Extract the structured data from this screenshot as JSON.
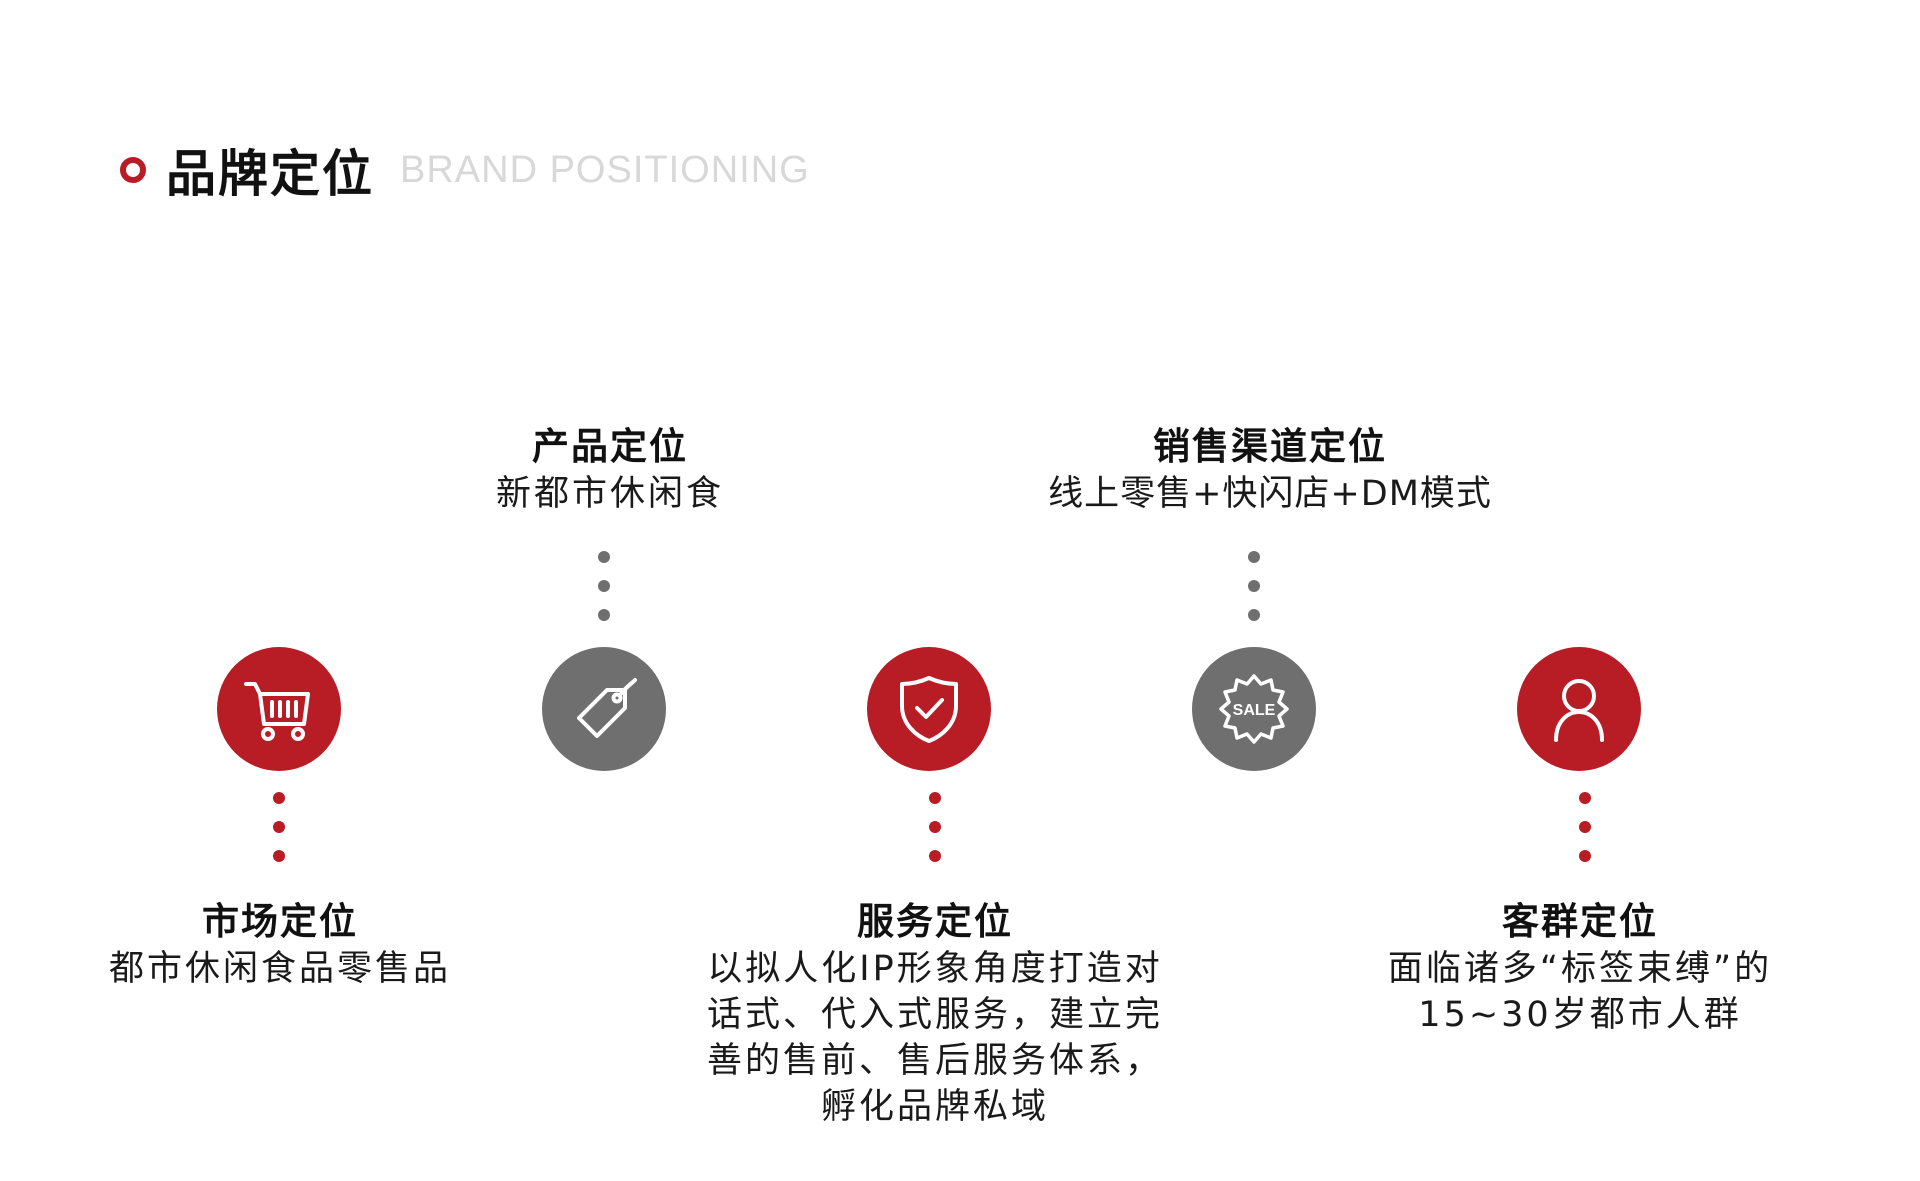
{
  "header": {
    "title": "品牌定位",
    "subtitle": "BRAND POSITIONING"
  },
  "nodes": [
    {
      "icon": "shopping-cart-icon",
      "color": "red",
      "title": "市场定位",
      "description": "都市休闲食品零售品"
    },
    {
      "icon": "price-tag-icon",
      "color": "gray",
      "title": "产品定位",
      "description": "新都市休闲食"
    },
    {
      "icon": "shield-check-icon",
      "color": "red",
      "title": "服务定位",
      "description_lines": [
        "以拟人化IP形象角度打造对",
        "话式、代入式服务，建立完",
        "善的售前、售后服务体系，",
        "孵化品牌私域"
      ]
    },
    {
      "icon": "sale-badge-icon",
      "color": "gray",
      "title": "销售渠道定位",
      "description": "线上零售+快闪店+DM模式",
      "badge_text": "SALE"
    },
    {
      "icon": "user-icon",
      "color": "red",
      "title": "客群定位",
      "description_lines": [
        "面临诸多“标签束缚”的",
        "15~30岁都市人群"
      ]
    }
  ],
  "colors": {
    "red": "#b81c25",
    "gray": "#6f6f6f"
  }
}
